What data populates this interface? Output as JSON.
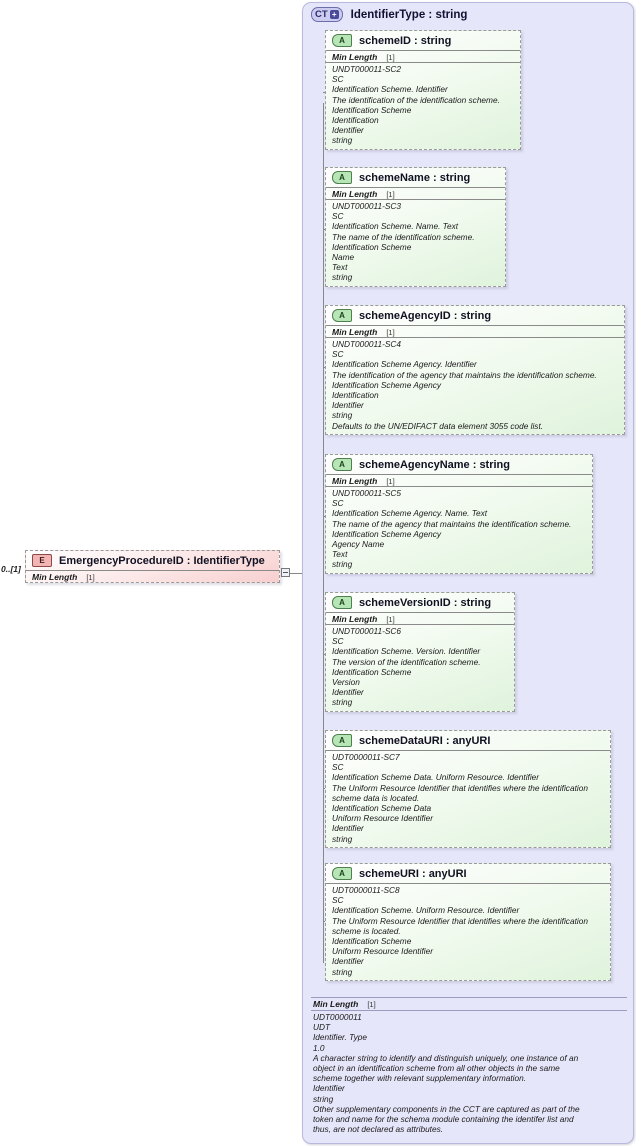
{
  "diagram": {
    "kind": "xsd-schema-attribute-tree",
    "colors": {
      "container_bg": "#e6e6fa",
      "attribute_box_bg": "#dff3dc",
      "element_box_bg": "#f8cfcf",
      "connector": "#888888"
    }
  },
  "complex_type": {
    "badge": "CT",
    "badge_expand_icon": "plus-icon",
    "title": "IdentifierType : string",
    "rule": {
      "label": "Min Length",
      "value": "[1]"
    },
    "documentation": [
      "UDT0000011",
      "UDT",
      "Identifier. Type",
      "1.0",
      "A character string to identify and distinguish uniquely, one instance of an",
      "object in an identification scheme from all other objects in the same",
      "scheme together with relevant supplementary information.",
      "Identifier",
      "string",
      "Other supplementary components in the CCT are captured as part of the",
      "token and name for the schema module containing the identifer list and",
      "thus, are not declared as attributes."
    ]
  },
  "element": {
    "badge": "E",
    "cardinality": "0..[1]",
    "title": "EmergencyProcedureID : IdentifierType",
    "rule": {
      "label": "Min Length",
      "value": "[1]"
    },
    "connector_icon": "collapse-box-icon"
  },
  "attributes": [
    {
      "badge": "A",
      "name": "schemeID : string",
      "rule": {
        "label": "Min Length",
        "value": "[1]"
      },
      "documentation": [
        "UNDT000011-SC2",
        "SC",
        "Identification Scheme. Identifier",
        "The identification of the identification scheme.",
        "Identification Scheme",
        "Identification",
        "Identifier",
        "string"
      ]
    },
    {
      "badge": "A",
      "name": "schemeName : string",
      "rule": {
        "label": "Min Length",
        "value": "[1]"
      },
      "documentation": [
        "UNDT000011-SC3",
        "SC",
        "Identification Scheme. Name. Text",
        "The name of the identification scheme.",
        "Identification Scheme",
        "Name",
        "Text",
        "string"
      ]
    },
    {
      "badge": "A",
      "name": "schemeAgencyID : string",
      "rule": {
        "label": "Min Length",
        "value": "[1]"
      },
      "documentation": [
        "UNDT000011-SC4",
        "SC",
        "Identification Scheme Agency. Identifier",
        "The identification of the agency that maintains the identification scheme.",
        "Identification Scheme Agency",
        "Identification",
        "Identifier",
        "string",
        "Defaults to the UN/EDIFACT data element 3055 code list."
      ]
    },
    {
      "badge": "A",
      "name": "schemeAgencyName : string",
      "rule": {
        "label": "Min Length",
        "value": "[1]"
      },
      "documentation": [
        "UNDT000011-SC5",
        "SC",
        "Identification Scheme Agency. Name. Text",
        "The name of the agency that maintains the identification scheme.",
        "Identification Scheme Agency",
        "Agency Name",
        "Text",
        "string"
      ]
    },
    {
      "badge": "A",
      "name": "schemeVersionID : string",
      "rule": {
        "label": "Min Length",
        "value": "[1]"
      },
      "documentation": [
        "UNDT000011-SC6",
        "SC",
        "Identification Scheme. Version. Identifier",
        "The version of the identification scheme.",
        "Identification Scheme",
        "Version",
        "Identifier",
        "string"
      ]
    },
    {
      "badge": "A",
      "name": "schemeDataURI : anyURI",
      "rule": null,
      "documentation": [
        "UDT0000011-SC7",
        "SC",
        "Identification Scheme Data. Uniform Resource. Identifier",
        "The Uniform Resource Identifier that identifies where the identification",
        "scheme data is located.",
        "Identification Scheme Data",
        "Uniform Resource Identifier",
        "Identifier",
        "string"
      ]
    },
    {
      "badge": "A",
      "name": "schemeURI : anyURI",
      "rule": null,
      "documentation": [
        "UDT0000011-SC8",
        "SC",
        "Identification Scheme. Uniform Resource. Identifier",
        "The Uniform Resource Identifier that identifies where the identification",
        "scheme is located.",
        "Identification Scheme",
        "Uniform Resource Identifier",
        "Identifier",
        "string"
      ]
    }
  ]
}
